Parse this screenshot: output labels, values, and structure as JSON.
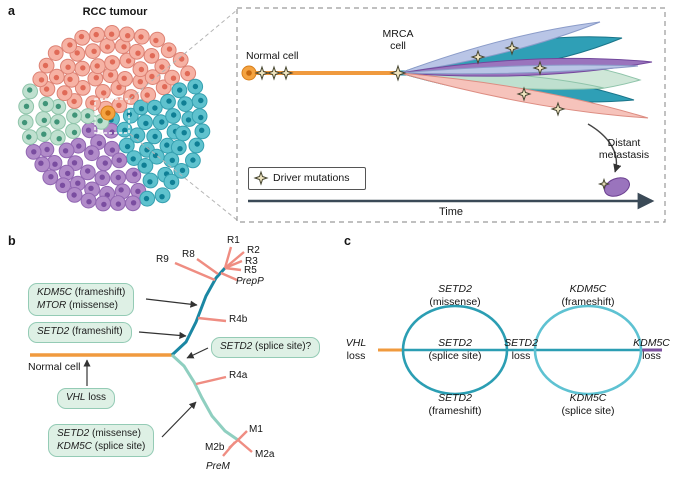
{
  "figure": {
    "panel_a": "a",
    "panel_b": "b",
    "panel_c": "c"
  },
  "panel_a": {
    "tumour_title": "RCC tumour",
    "normal_cell": "Normal cell",
    "mrca": "MRCA\ncell",
    "driver_mutations": "Driver mutations",
    "distant_metastasis": "Distant\nmetastasis",
    "time": "Time"
  },
  "panel_b": {
    "normal_cell": "Normal cell",
    "tips": {
      "r1": "R1",
      "r2": "R2",
      "r3": "R3",
      "r5": "R5",
      "r8": "R8",
      "r9": "R9",
      "prepp": "PrepP",
      "r4b": "R4b",
      "r4a": "R4a",
      "m1": "M1",
      "m2a": "M2a",
      "m2b": "M2b",
      "prem": "PreM"
    },
    "boxes": {
      "kdm5c_mtor": {
        "line1_gene": "KDM5C",
        "line1_rest": " (frameshift)",
        "line2_gene": "MTOR",
        "line2_rest": " (missense)"
      },
      "setd2_frameshift": {
        "gene": "SETD2",
        "rest": " (frameshift)"
      },
      "setd2_splice_query": {
        "gene": "SETD2",
        "rest": " (splice site)?"
      },
      "vhl_loss": {
        "gene": "VHL",
        "rest": " loss"
      },
      "setd2_kdm5c": {
        "line1_gene": "SETD2",
        "line1_rest": " (missense)",
        "line2_gene": "KDM5C",
        "line2_rest": " (splice site)"
      }
    }
  },
  "panel_c": {
    "vhl_loss": {
      "gene": "VHL",
      "rest": "loss"
    },
    "setd2_missense": {
      "gene": "SETD2",
      "rest": "(missense)"
    },
    "setd2_splice": {
      "gene": "SETD2",
      "rest": "(splice site)"
    },
    "setd2_frameshift": {
      "gene": "SETD2",
      "rest": "(frameshift)"
    },
    "setd2_loss": {
      "gene": "SETD2",
      "rest": "loss"
    },
    "kdm5c_frameshift": {
      "gene": "KDM5C",
      "rest": "(frameshift)"
    },
    "kdm5c_splice": {
      "gene": "KDM5C",
      "rest": "(splice site)"
    },
    "kdm5c_loss": {
      "gene": "KDM5C",
      "rest": "loss"
    }
  },
  "colors": {
    "normal_cell_orange": "#f09a3e",
    "primary_clone_teal": "#1b87a3",
    "metastasis_branch_green": "#8fcfc0",
    "sample_tick_pink": "#ef8d82",
    "metastasis_purple": "#7a4f9e",
    "annotation_box_green": "#def0e5"
  }
}
